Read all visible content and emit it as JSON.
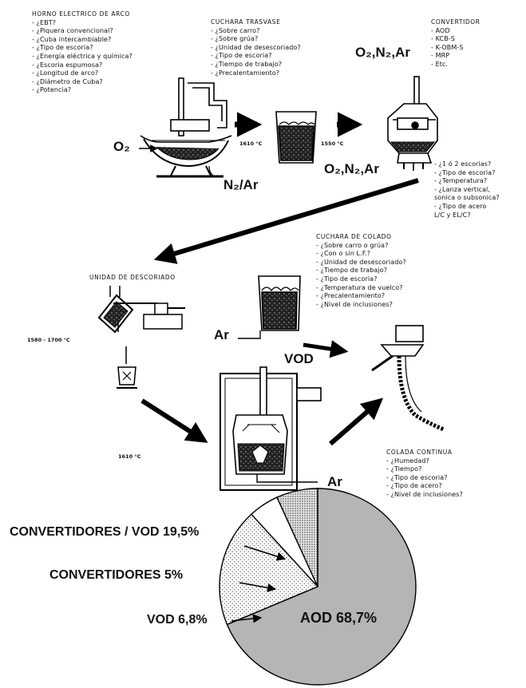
{
  "eaf": {
    "title": "HORNO ELECTRICO DE ARCO",
    "items": [
      "- ¿EBT?",
      "- ¿Piquera convencional?",
      "- ¿Cuba intercambiable?",
      "- ¿Tipo de escoria?",
      "- ¿Energía eléctrica y química?",
      "- ¿Escoria espumosa?",
      "- ¿Longitud de arco?",
      "- ¿Diámetro de Cuba?",
      "- ¿Potencia?"
    ],
    "gas_o2": "O₂",
    "gas_n2ar": "N₂/Ar"
  },
  "transfer_ladle": {
    "title": "CUCHARA TRASVASE",
    "items": [
      "- ¿Sobre carro?",
      "- ¿Sobre grúa?",
      "- ¿Unidad de desescoriado?",
      "- ¿Tipo de escoria?",
      "- ¿Tiempo de trabajo?",
      "- ¿Precalentamiento?"
    ],
    "temp_in": "1610 °C",
    "temp_out": "1550 °C"
  },
  "converter": {
    "title": "CONVERTIDOR",
    "types": [
      "- AOD",
      "- KCB-S",
      "- K-OBM-S",
      "- MRP",
      "- Etc."
    ],
    "gas_top": "O₂,N₂,Ar",
    "gas_bottom": "O₂,N₂,Ar",
    "items": [
      "- ¿1 ó 2 escorias?",
      "- ¿Tipo de escoria?",
      "- ¿Temperatura?",
      "- ¿Lanza vertical,",
      "  sonica o subsonica?",
      "- ¿Tipo de acero",
      "  L/C y EL/C?"
    ]
  },
  "deslagging": {
    "title": "UNIDAD DE DESCORIADO",
    "temp_range": "1580 - 1700 °C",
    "temp_vod": "1610 °C"
  },
  "casting_ladle": {
    "title": "CUCHARA DE COLADO",
    "items": [
      "- ¿Sobre carro o grúa?",
      "- ¿Con o sin L.F.?",
      "- ¿Unidad de desescoriado?",
      "- ¿Tiempo de trabajo?",
      "- ¿Tipo de escoria?",
      "- ¿Temperatura de vuelco?",
      "- ¿Precalentamiento?",
      "- ¿Nivel de inclusiones?"
    ],
    "gas_ar": "Ar"
  },
  "vod": {
    "label": "VOD",
    "gas_ar": "Ar"
  },
  "continuous_casting": {
    "title": "COLADA CONTINUA",
    "items": [
      "- ¿Humedad?",
      "- ¿Tiempo?",
      "- ¿Tipo de escoria?",
      "- ¿Tipo de acero?",
      "- ¿Nivel de inclusiones?"
    ]
  },
  "chart_data": {
    "type": "pie",
    "slices": [
      {
        "label": "AOD 68,7%",
        "value": 68.7,
        "fill": "#b5b5b5"
      },
      {
        "label": "CONVERTIDORES / VOD 19,5%",
        "value": 19.5,
        "fill": "dotted-light"
      },
      {
        "label": "CONVERTIDORES 5%",
        "value": 5.0,
        "fill": "#ffffff"
      },
      {
        "label": "VOD 6,8%",
        "value": 6.8,
        "fill": "dotted-dense"
      }
    ]
  }
}
